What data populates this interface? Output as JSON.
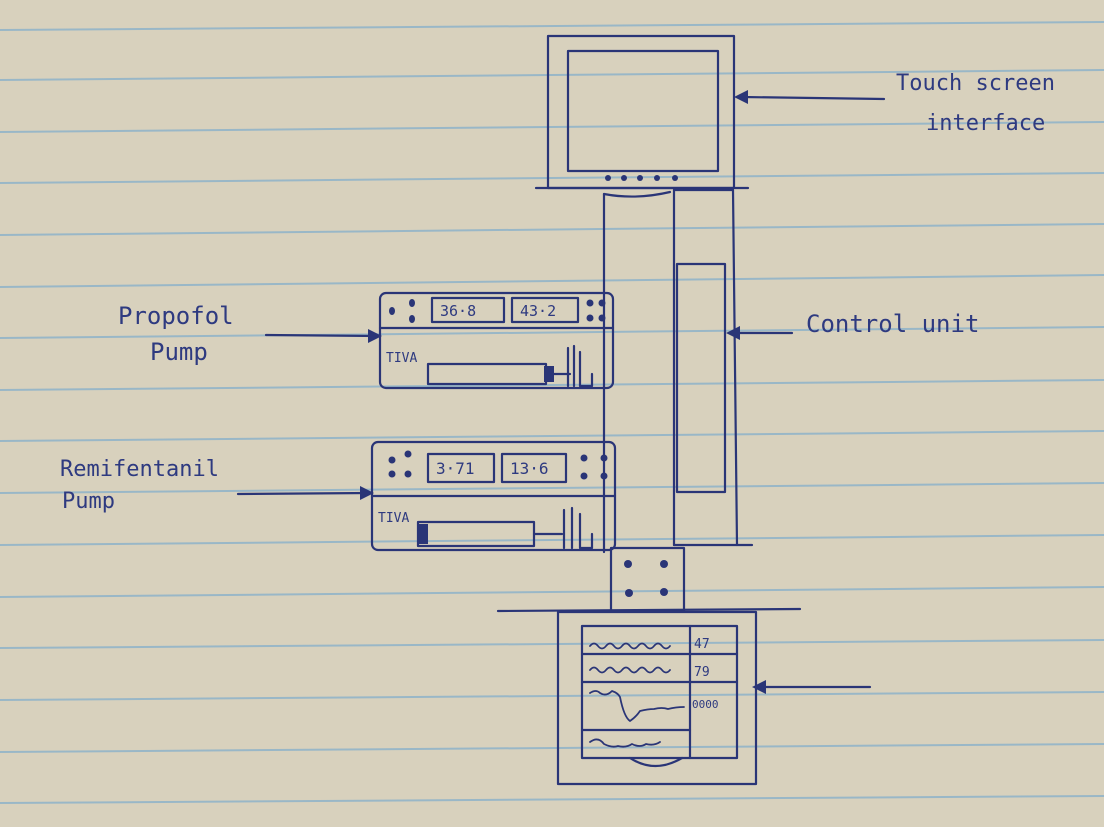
{
  "labels": {
    "touch_screen": [
      "Touch screen",
      "interface"
    ],
    "control_unit": "Control unit",
    "propofol": [
      "Propofol",
      "Pump"
    ],
    "remifentanil": [
      "Remifentanil",
      "Pump"
    ]
  },
  "propofol_pump": {
    "display_1": "36·8",
    "display_2": "43·2",
    "brand": "TIVA"
  },
  "remifentanil_pump": {
    "display_1": "3·71",
    "display_2": "13·6",
    "brand": "TIVA"
  },
  "monitor": {
    "readouts": [
      "47",
      "79",
      "0000"
    ]
  },
  "colors": {
    "ink": "#2a3577",
    "paper": "#d9d2bf",
    "ruling": "#8fb3c9"
  }
}
